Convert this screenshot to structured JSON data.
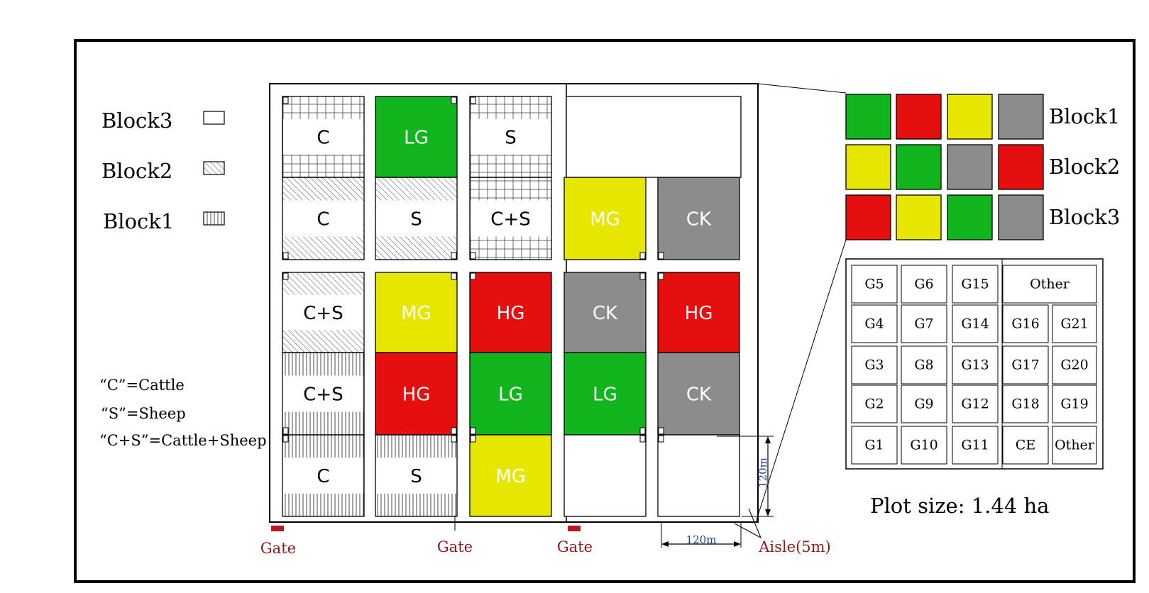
{
  "legend": {
    "items": [
      {
        "label": "Block3",
        "pattern": "blank"
      },
      {
        "label": "Block2",
        "pattern": "diag"
      },
      {
        "label": "Block1",
        "pattern": "vert"
      }
    ],
    "abbreviations": [
      "“C”=Cattle",
      "“S”=Sheep",
      "“C+S”=Cattle+Sheep"
    ]
  },
  "colors": {
    "LG": "#13b51f",
    "MG": "#e6e600",
    "HG": "#e60f0f",
    "CK": "#8c8c8c",
    "gate": "#c0141e",
    "gate_text": "#8b1a1a",
    "dimension": "#1f3f9f"
  },
  "plots": [
    {
      "label": "C",
      "col": 0,
      "row": 0,
      "fill": "grid"
    },
    {
      "label": "C",
      "col": 0,
      "row": 1,
      "fill": "diag"
    },
    {
      "label": "C+S",
      "col": 0,
      "row": 2,
      "fill": "diag"
    },
    {
      "label": "C+S",
      "col": 0,
      "row": 3,
      "fill": "vert"
    },
    {
      "label": "C",
      "col": 0,
      "row": 4,
      "fill": "vert"
    },
    {
      "label": "LG",
      "col": 1,
      "row": 0,
      "fill": "LG"
    },
    {
      "label": "S",
      "col": 1,
      "row": 1,
      "fill": "diag"
    },
    {
      "label": "MG",
      "col": 1,
      "row": 2,
      "fill": "MG"
    },
    {
      "label": "HG",
      "col": 1,
      "row": 3,
      "fill": "HG"
    },
    {
      "label": "S",
      "col": 1,
      "row": 4,
      "fill": "vert"
    },
    {
      "label": "S",
      "col": 2,
      "row": 0,
      "fill": "grid"
    },
    {
      "label": "C+S",
      "col": 2,
      "row": 1,
      "fill": "grid"
    },
    {
      "label": "HG",
      "col": 2,
      "row": 2,
      "fill": "HG"
    },
    {
      "label": "LG",
      "col": 2,
      "row": 3,
      "fill": "LG"
    },
    {
      "label": "MG",
      "col": 2,
      "row": 4,
      "fill": "MG"
    },
    {
      "label": "MG",
      "col": 3,
      "row": 1,
      "fill": "MG"
    },
    {
      "label": "CK",
      "col": 3,
      "row": 2,
      "fill": "CK"
    },
    {
      "label": "LG",
      "col": 3,
      "row": 3,
      "fill": "LG"
    },
    {
      "label": "",
      "col": 3,
      "row": 4,
      "fill": "white"
    },
    {
      "label": "CK",
      "col": 4,
      "row": 1,
      "fill": "CK"
    },
    {
      "label": "HG",
      "col": 4,
      "row": 2,
      "fill": "HG"
    },
    {
      "label": "CK",
      "col": 4,
      "row": 3,
      "fill": "CK"
    },
    {
      "label": "",
      "col": 4,
      "row": 4,
      "fill": "white"
    }
  ],
  "gates": [
    "Gate",
    "Gate",
    "Gate"
  ],
  "dimensions": {
    "vertical": "120m",
    "horizontal": "120m",
    "aisle": "Aisle(5m)"
  },
  "block_design": {
    "rows": [
      {
        "label": "Block1",
        "colors": [
          "LG",
          "HG",
          "MG",
          "CK"
        ]
      },
      {
        "label": "Block2",
        "colors": [
          "MG",
          "LG",
          "CK",
          "HG"
        ]
      },
      {
        "label": "Block3",
        "colors": [
          "HG",
          "MG",
          "LG",
          "CK"
        ]
      }
    ]
  },
  "species_grid": {
    "row1": [
      "G5",
      "G6",
      "G15",
      "Other"
    ],
    "row2": [
      "G4",
      "G7",
      "G14",
      "G16",
      "G21"
    ],
    "row3": [
      "G3",
      "G8",
      "G13",
      "G17",
      "G20"
    ],
    "row4": [
      "G2",
      "G9",
      "G12",
      "G18",
      "G19"
    ],
    "row5": [
      "G1",
      "G10",
      "G11",
      "CE",
      "Other"
    ]
  },
  "plot_size": "Plot size: 1.44 ha"
}
